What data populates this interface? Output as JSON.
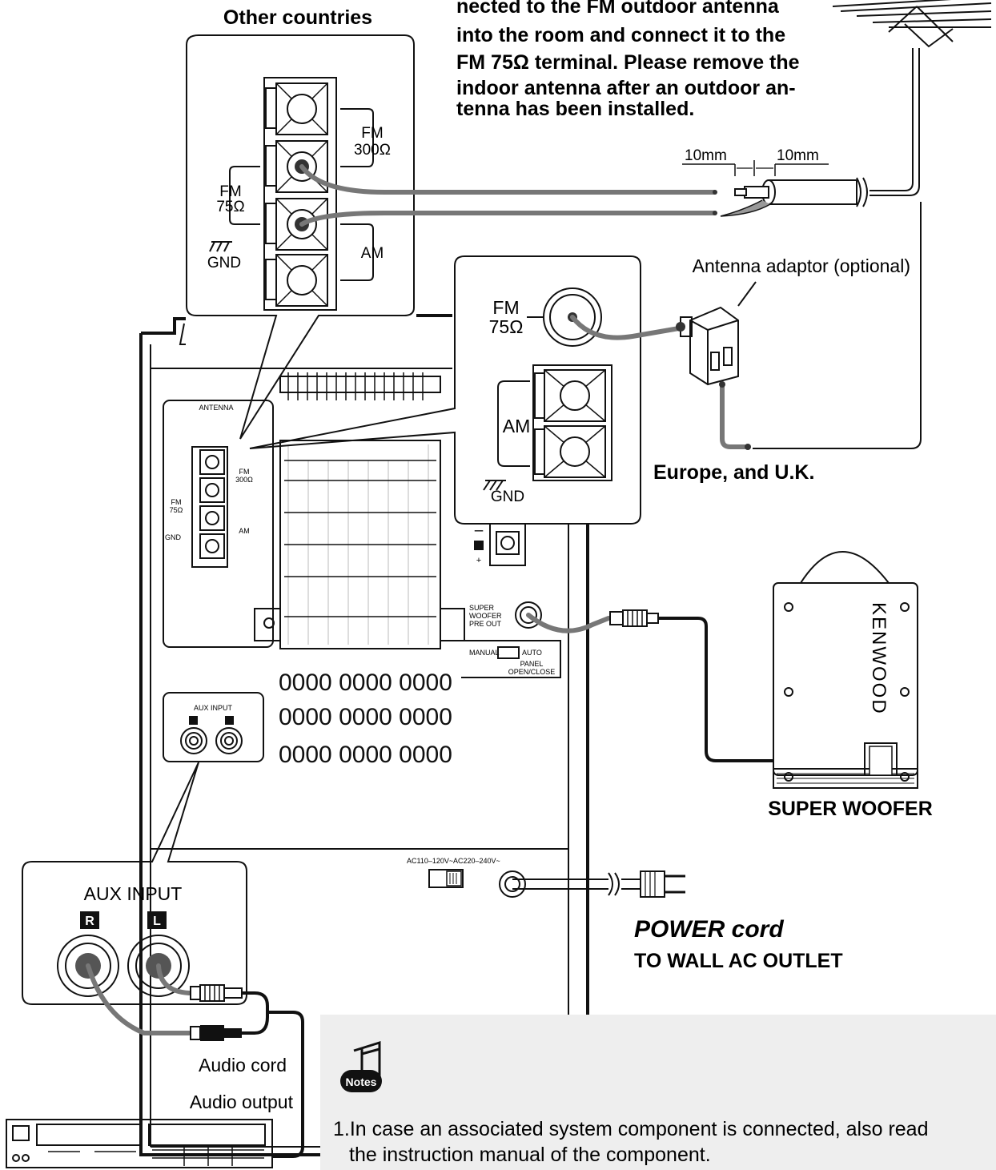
{
  "header": {
    "other_countries": "Other countries",
    "instruction_lines": [
      "nected to the FM outdoor antenna",
      "into the room and connect it to the",
      "FM 75Ω terminal. Please remove the",
      "indoor antenna after an outdoor an-",
      "tenna has been installed."
    ]
  },
  "terminals": {
    "fm": "FM",
    "ohm300": "300Ω",
    "ohm75": "75Ω",
    "am": "AM",
    "gnd": "GND"
  },
  "cable": {
    "strip_a": "10mm",
    "strip_b": "10mm"
  },
  "europe": {
    "adaptor_label": "Antenna adaptor (optional)",
    "region_label": "Europe, and U.K."
  },
  "rear_panel": {
    "antenna": "ANTENNA",
    "super_woofer_lines": [
      "SUPER",
      "WOOFER",
      "PRE OUT"
    ],
    "manual": "MANUAL",
    "auto": "AUTO",
    "panel_open_close_lines": [
      "PANEL",
      "OPEN/CLOSE"
    ],
    "aux_input_small": "AUX INPUT",
    "speaker_minus": "–",
    "speaker_plus": "+",
    "ac_110": "AC110–120V~",
    "ac_220": "AC220–240V~"
  },
  "aux_callout": {
    "title": "AUX INPUT",
    "right": "R",
    "left": "L"
  },
  "woofer": {
    "brand": "KENWOOD",
    "label": "SUPER WOOFER"
  },
  "power": {
    "title": "POWER cord",
    "subtitle": "TO WALL AC  OUTLET"
  },
  "audio": {
    "cord": "Audio cord",
    "output": "Audio output"
  },
  "notes": {
    "icon_label": "Notes",
    "item1_line1": "1.In case an associated system component is connected, also read",
    "item1_line2": "the instruction manual of the component."
  }
}
